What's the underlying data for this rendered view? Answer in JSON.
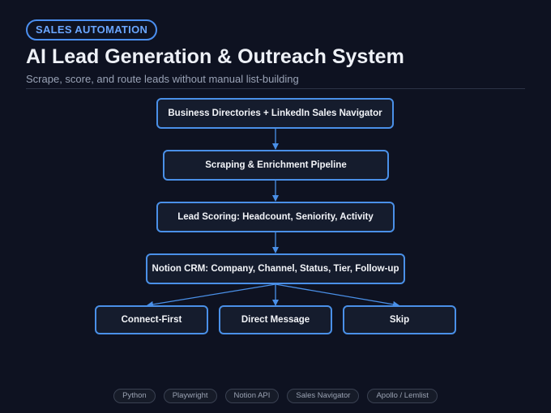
{
  "header": {
    "badge": "SALES AUTOMATION",
    "title": "AI Lead Generation & Outreach System",
    "subtitle": "Scrape, score, and route leads without manual list-building"
  },
  "nodes": {
    "sources": "Business Directories + LinkedIn Sales Navigator",
    "pipeline": "Scraping & Enrichment Pipeline",
    "scoring": "Lead Scoring: Headcount, Seniority, Activity",
    "crm": "Notion CRM: Company, Channel, Status, Tier, Follow-up",
    "connect_first": "Connect-First",
    "direct_message": "Direct Message",
    "skip": "Skip"
  },
  "tech_tags": [
    "Python",
    "Playwright",
    "Notion API",
    "Sales Navigator",
    "Apollo / Lemlist"
  ],
  "colors": {
    "background": "#0e1221",
    "accent": "#4a90e8",
    "node_fill": "#151c2d"
  }
}
